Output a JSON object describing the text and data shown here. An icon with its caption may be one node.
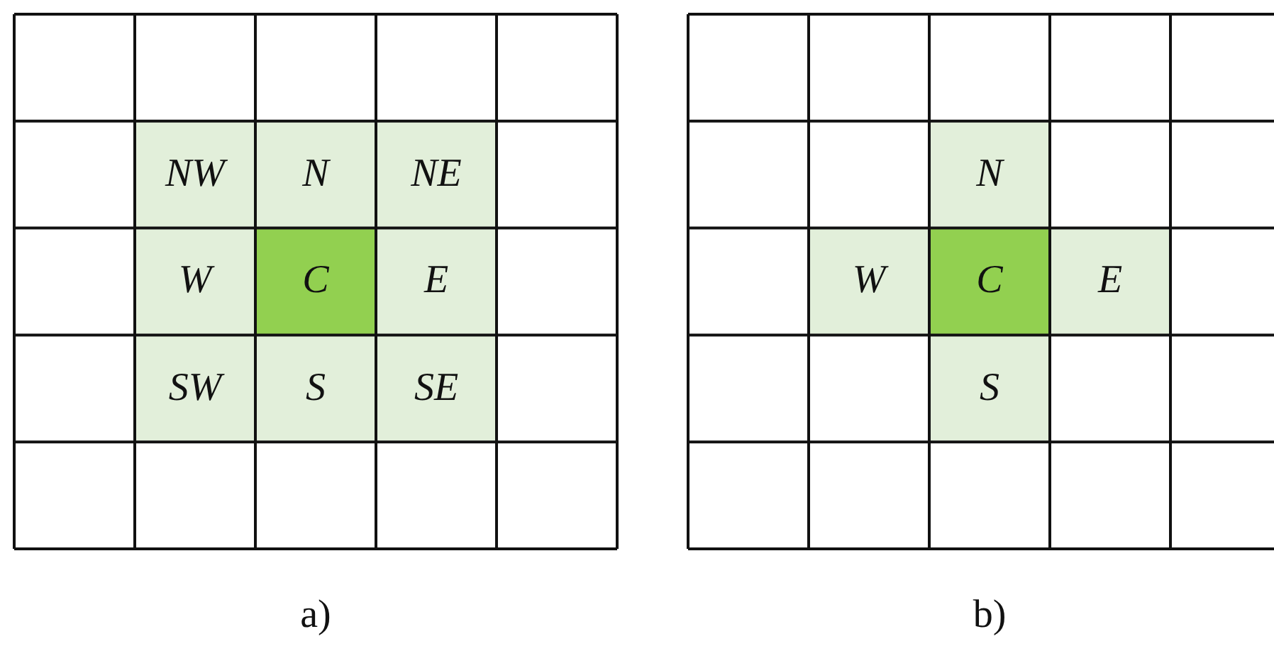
{
  "diagram": {
    "labels": [
      "NW",
      "N",
      "NE",
      "W",
      "C",
      "E",
      "SW",
      "S",
      "SE",
      "a)",
      "N",
      "W",
      "C",
      "E",
      "S",
      "b)"
    ]
  }
}
